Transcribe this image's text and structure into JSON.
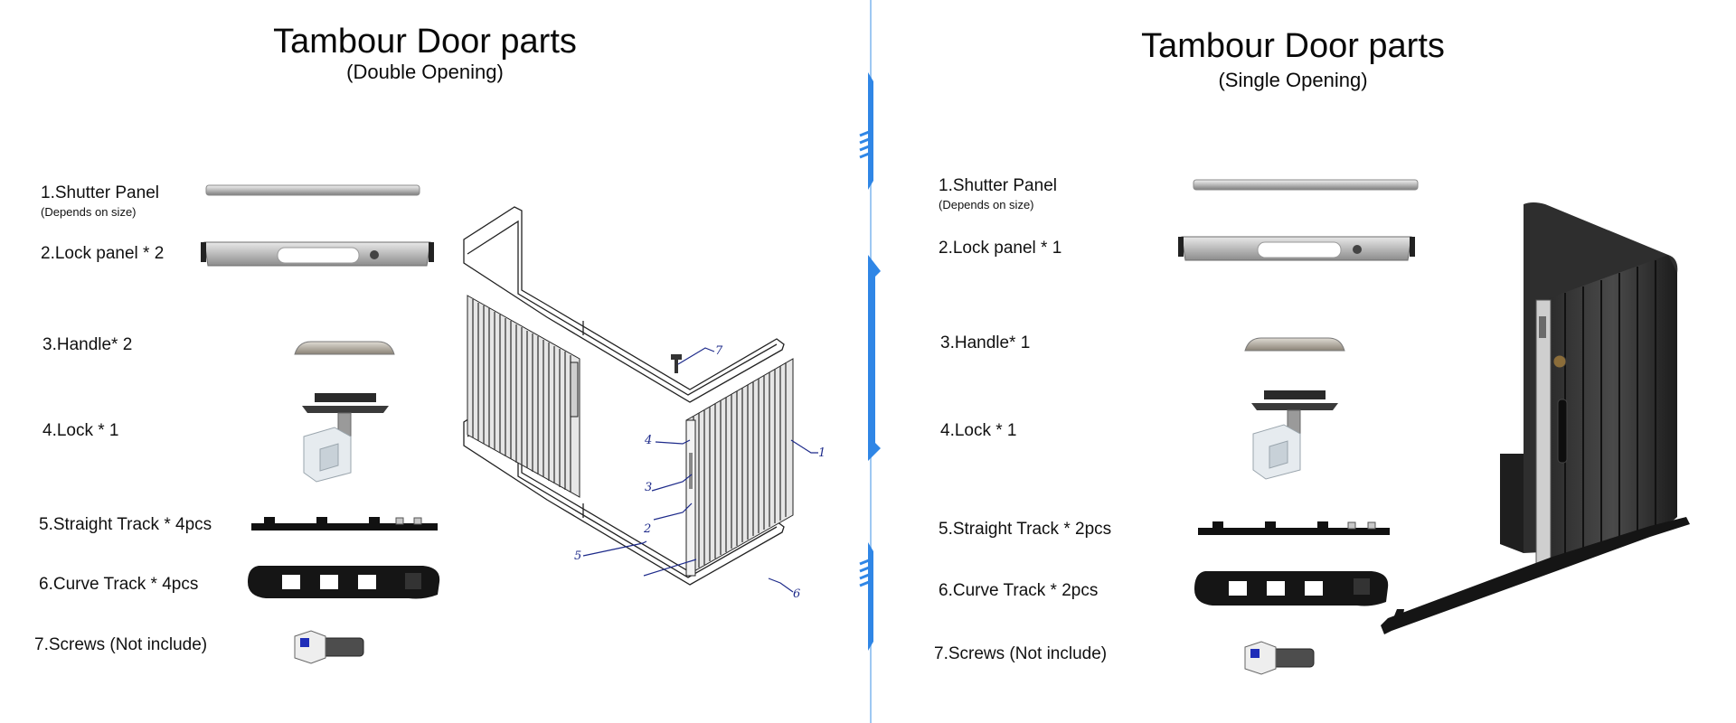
{
  "left": {
    "title": "Tambour Door parts",
    "subtitle": "(Double Opening)",
    "items": [
      {
        "label": "1.Shutter Panel",
        "note": "(Depends on size)"
      },
      {
        "label": "2.Lock panel * 2"
      },
      {
        "label": "3.Handle* 2"
      },
      {
        "label": "4.Lock * 1"
      },
      {
        "label": "5.Straight Track * 4pcs"
      },
      {
        "label": "6.Curve Track * 4pcs"
      },
      {
        "label": "7.Screws (Not include)"
      }
    ],
    "diagram_numbers": [
      "1",
      "2",
      "3",
      "4",
      "5",
      "6",
      "7"
    ]
  },
  "right": {
    "title": "Tambour Door parts",
    "subtitle": "(Single Opening)",
    "items": [
      {
        "label": "1.Shutter Panel",
        "note": "(Depends on size)"
      },
      {
        "label": "2.Lock panel * 1"
      },
      {
        "label": "3.Handle* 1"
      },
      {
        "label": "4.Lock * 1"
      },
      {
        "label": "5.Straight Track * 2pcs"
      },
      {
        "label": "6.Curve Track * 2pcs"
      },
      {
        "label": "7.Screws (Not include)"
      }
    ]
  },
  "colors": {
    "divider_blue": "#2f86e6",
    "callout_blue": "#1d2a8a",
    "metal": "#bdbdbd",
    "dark": "#1b1b1b"
  }
}
